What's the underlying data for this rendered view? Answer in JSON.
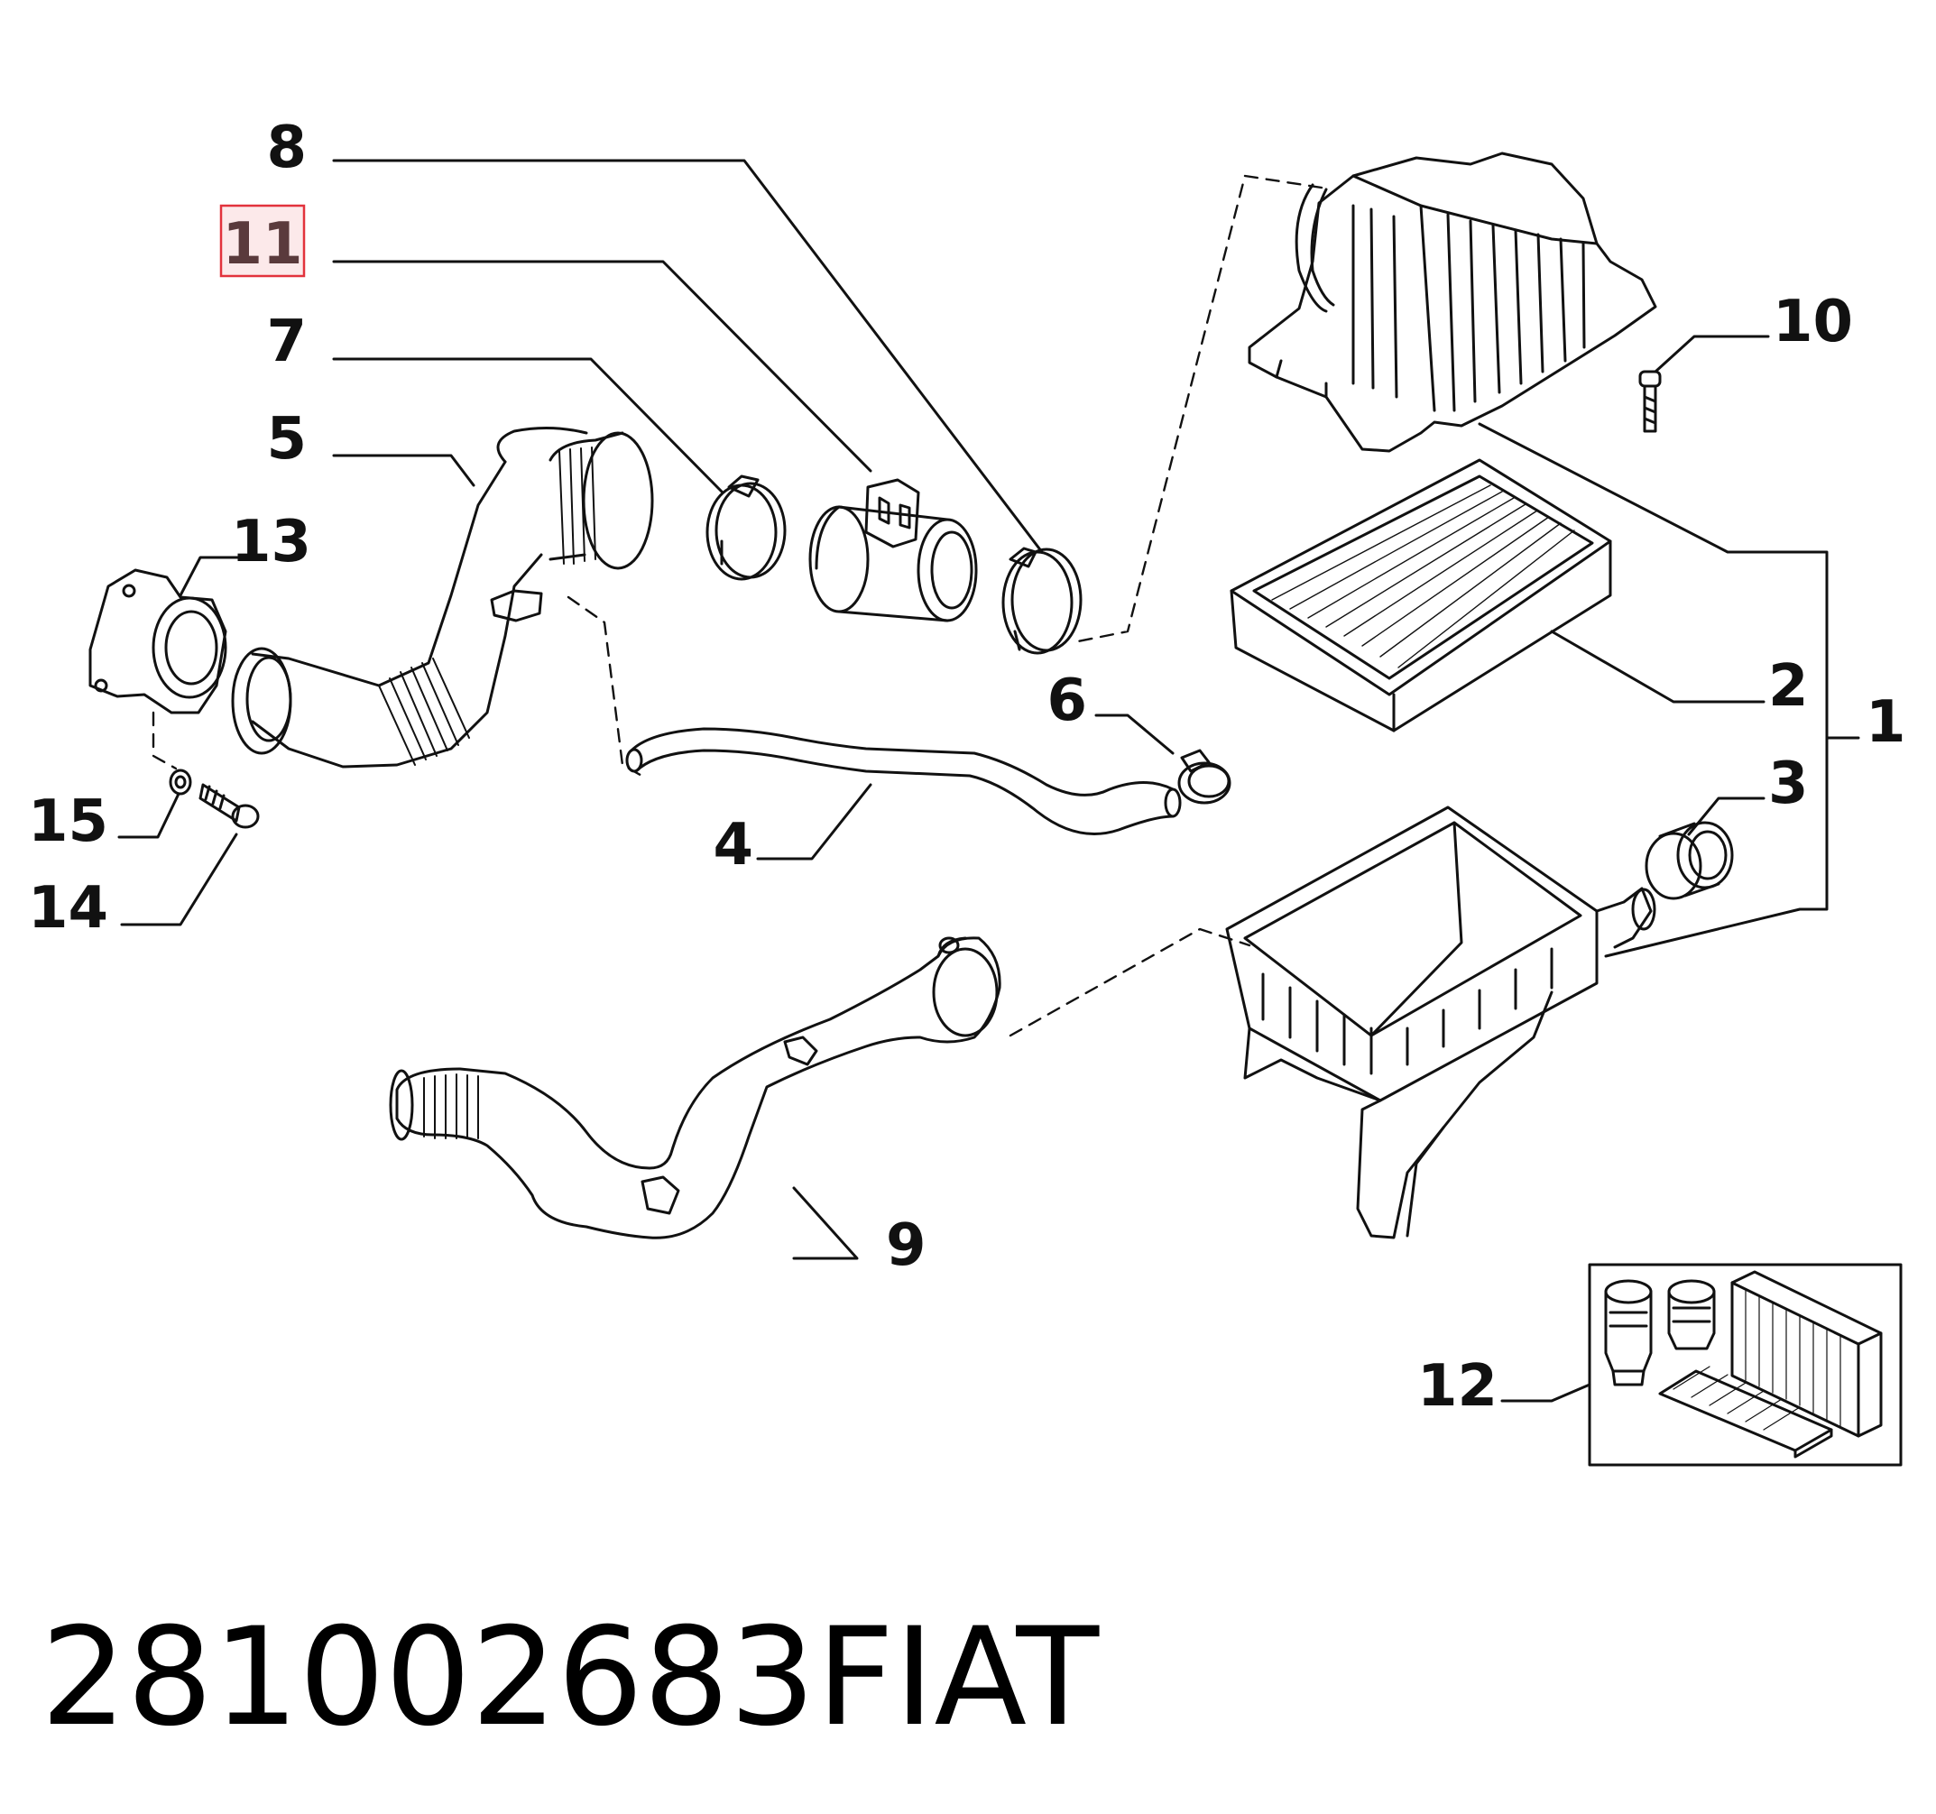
{
  "diagram": {
    "highlight_color": "#e2323c",
    "callouts": [
      {
        "id": "8",
        "label": "8"
      },
      {
        "id": "11",
        "label": "11",
        "highlighted": true
      },
      {
        "id": "7",
        "label": "7"
      },
      {
        "id": "5",
        "label": "5"
      },
      {
        "id": "13",
        "label": "13"
      },
      {
        "id": "10",
        "label": "10"
      },
      {
        "id": "2",
        "label": "2"
      },
      {
        "id": "1",
        "label": "1"
      },
      {
        "id": "6",
        "label": "6"
      },
      {
        "id": "3",
        "label": "3"
      },
      {
        "id": "15",
        "label": "15"
      },
      {
        "id": "14",
        "label": "14"
      },
      {
        "id": "4",
        "label": "4"
      },
      {
        "id": "9",
        "label": "9"
      },
      {
        "id": "12",
        "label": "12"
      }
    ]
  },
  "footer": {
    "part_number": "281002683",
    "brand": "FIAT"
  }
}
